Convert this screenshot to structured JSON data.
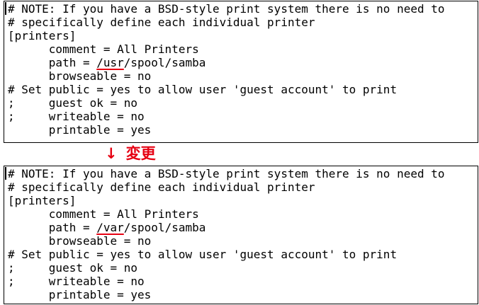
{
  "accent_color": "#e60012",
  "before": {
    "lines": [
      "# NOTE: If you have a BSD-style print system there is no need to",
      "# specifically define each individual printer",
      "[printers]",
      "      comment = All Printers",
      {
        "prefix": "      path = ",
        "highlight": "/usr",
        "suffix": "/spool/samba"
      },
      "      browseable = no",
      "# Set public = yes to allow user 'guest account' to print",
      ";     guest ok = no",
      ";     writeable = no",
      "      printable = yes"
    ]
  },
  "change": {
    "arrow": "↓",
    "label": "変更"
  },
  "after": {
    "lines": [
      "# NOTE: If you have a BSD-style print system there is no need to",
      "# specifically define each individual printer",
      "[printers]",
      "      comment = All Printers",
      {
        "prefix": "      path = ",
        "highlight": "/var",
        "suffix": "/spool/samba"
      },
      "      browseable = no",
      "# Set public = yes to allow user 'guest account' to print",
      ";     guest ok = no",
      ";     writeable = no",
      "      printable = yes"
    ]
  }
}
